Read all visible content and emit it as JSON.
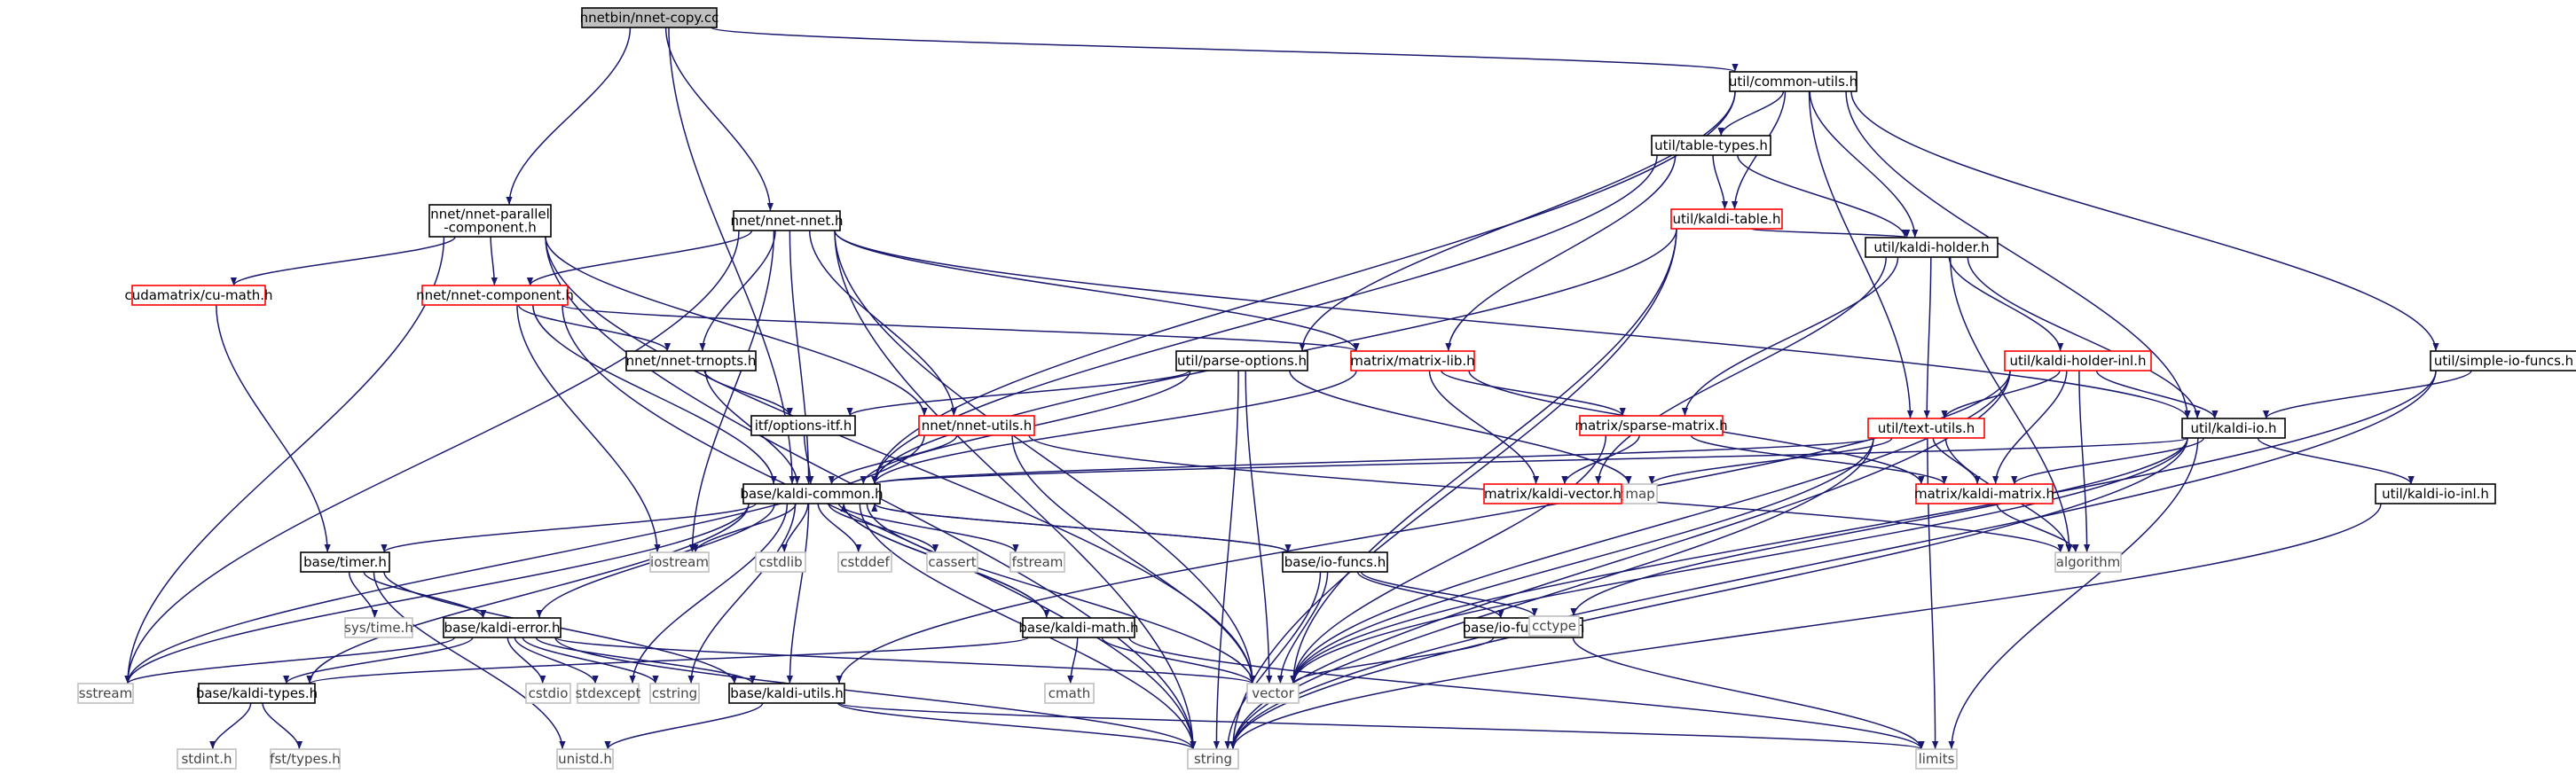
{
  "colors": {
    "edge": "#191970",
    "box_root_fill": "#bfbfbf",
    "box_border": "#000000",
    "box_incomplete_border": "#ff0000",
    "box_external_border": "#bfbfbf",
    "text_dark": "#000000",
    "text_external": "#444444"
  },
  "nodes": [
    {
      "id": "nnet_copy",
      "label": "nnetbin/nnet-copy.cc",
      "style": "root"
    },
    {
      "id": "common_utils",
      "label": "util/common-utils.h",
      "style": "normal"
    },
    {
      "id": "table_types",
      "label": "util/table-types.h",
      "style": "normal"
    },
    {
      "id": "kaldi_table",
      "label": "util/kaldi-table.h",
      "style": "incomplete"
    },
    {
      "id": "kaldi_holder",
      "label": "util/kaldi-holder.h",
      "style": "normal"
    },
    {
      "id": "kaldi_holder_inl",
      "label": "util/kaldi-holder-inl.h",
      "style": "incomplete"
    },
    {
      "id": "simple_io_funcs",
      "label": "util/simple-io-funcs.h",
      "style": "normal"
    },
    {
      "id": "parse_options",
      "label": "util/parse-options.h",
      "style": "normal"
    },
    {
      "id": "text_utils",
      "label": "util/text-utils.h",
      "style": "incomplete"
    },
    {
      "id": "util_kaldi_io",
      "label": "util/kaldi-io.h",
      "style": "normal"
    },
    {
      "id": "kaldi_io_inl",
      "label": "util/kaldi-io-inl.h",
      "style": "normal"
    },
    {
      "id": "nnet_parallel",
      "label": "nnet/nnet-parallel\n-component.h",
      "style": "normal"
    },
    {
      "id": "nnet_nnet",
      "label": "nnet/nnet-nnet.h",
      "style": "normal"
    },
    {
      "id": "cu_math",
      "label": "cudamatrix/cu-math.h",
      "style": "incomplete"
    },
    {
      "id": "nnet_component",
      "label": "nnet/nnet-component.h",
      "style": "incomplete"
    },
    {
      "id": "nnet_trnopts",
      "label": "nnet/nnet-trnopts.h",
      "style": "normal"
    },
    {
      "id": "matrix_lib",
      "label": "matrix/matrix-lib.h",
      "style": "incomplete"
    },
    {
      "id": "options_itf",
      "label": "itf/options-itf.h",
      "style": "normal"
    },
    {
      "id": "nnet_utils",
      "label": "nnet/nnet-utils.h",
      "style": "incomplete"
    },
    {
      "id": "sparse_matrix",
      "label": "matrix/sparse-matrix.h",
      "style": "incomplete"
    },
    {
      "id": "kaldi_vector",
      "label": "matrix/kaldi-vector.h",
      "style": "incomplete"
    },
    {
      "id": "kaldi_matrix",
      "label": "matrix/kaldi-matrix.h",
      "style": "incomplete"
    },
    {
      "id": "kaldi_common",
      "label": "base/kaldi-common.h",
      "style": "normal"
    },
    {
      "id": "timer",
      "label": "base/timer.h",
      "style": "normal"
    },
    {
      "id": "kaldi_error",
      "label": "base/kaldi-error.h",
      "style": "normal"
    },
    {
      "id": "kaldi_types",
      "label": "base/kaldi-types.h",
      "style": "normal"
    },
    {
      "id": "kaldi_utils",
      "label": "base/kaldi-utils.h",
      "style": "normal"
    },
    {
      "id": "kaldi_math",
      "label": "base/kaldi-math.h",
      "style": "normal"
    },
    {
      "id": "io_funcs",
      "label": "base/io-funcs.h",
      "style": "normal"
    },
    {
      "id": "io_funcs_inl",
      "label": "base/io-funcs-inl.h",
      "style": "normal"
    },
    {
      "id": "map",
      "label": "map",
      "style": "external"
    },
    {
      "id": "algorithm",
      "label": "algorithm",
      "style": "external"
    },
    {
      "id": "iostream",
      "label": "iostream",
      "style": "external"
    },
    {
      "id": "cstdlib",
      "label": "cstdlib",
      "style": "external"
    },
    {
      "id": "cstddef",
      "label": "cstddef",
      "style": "external"
    },
    {
      "id": "cassert",
      "label": "cassert",
      "style": "external"
    },
    {
      "id": "fstream",
      "label": "fstream",
      "style": "external"
    },
    {
      "id": "cctype",
      "label": "cctype",
      "style": "external"
    },
    {
      "id": "sys_time",
      "label": "sys/time.h",
      "style": "external"
    },
    {
      "id": "sstream",
      "label": "sstream",
      "style": "external"
    },
    {
      "id": "cstdio",
      "label": "cstdio",
      "style": "external"
    },
    {
      "id": "stdexcept",
      "label": "stdexcept",
      "style": "external"
    },
    {
      "id": "cstring",
      "label": "cstring",
      "style": "external"
    },
    {
      "id": "cmath",
      "label": "cmath",
      "style": "external"
    },
    {
      "id": "vector",
      "label": "vector",
      "style": "external"
    },
    {
      "id": "stdint",
      "label": "stdint.h",
      "style": "external"
    },
    {
      "id": "fst_types",
      "label": "fst/types.h",
      "style": "external"
    },
    {
      "id": "unistd",
      "label": "unistd.h",
      "style": "external"
    },
    {
      "id": "string",
      "label": "string",
      "style": "external"
    },
    {
      "id": "limits",
      "label": "limits",
      "style": "external"
    }
  ],
  "edges": [
    [
      "nnet_copy",
      "common_utils"
    ],
    [
      "nnet_copy",
      "nnet_parallel"
    ],
    [
      "nnet_copy",
      "nnet_nnet"
    ],
    [
      "nnet_copy",
      "kaldi_common"
    ],
    [
      "common_utils",
      "table_types"
    ],
    [
      "common_utils",
      "kaldi_table"
    ],
    [
      "common_utils",
      "kaldi_holder"
    ],
    [
      "common_utils",
      "simple_io_funcs"
    ],
    [
      "common_utils",
      "parse_options"
    ],
    [
      "common_utils",
      "text_utils"
    ],
    [
      "common_utils",
      "util_kaldi_io"
    ],
    [
      "common_utils",
      "kaldi_common"
    ],
    [
      "table_types",
      "kaldi_table"
    ],
    [
      "table_types",
      "kaldi_holder"
    ],
    [
      "table_types",
      "matrix_lib"
    ],
    [
      "table_types",
      "kaldi_common"
    ],
    [
      "kaldi_table",
      "kaldi_holder"
    ],
    [
      "kaldi_table",
      "vector"
    ],
    [
      "kaldi_table",
      "string"
    ],
    [
      "kaldi_table",
      "kaldi_common"
    ],
    [
      "kaldi_holder",
      "kaldi_holder_inl"
    ],
    [
      "kaldi_holder",
      "util_kaldi_io"
    ],
    [
      "kaldi_holder",
      "text_utils"
    ],
    [
      "kaldi_holder",
      "sparse_matrix"
    ],
    [
      "kaldi_holder",
      "kaldi_vector"
    ],
    [
      "kaldi_holder",
      "algorithm"
    ],
    [
      "kaldi_holder_inl",
      "util_kaldi_io"
    ],
    [
      "kaldi_holder_inl",
      "text_utils"
    ],
    [
      "kaldi_holder_inl",
      "kaldi_matrix"
    ],
    [
      "kaldi_holder_inl",
      "algorithm"
    ],
    [
      "kaldi_holder_inl",
      "vector"
    ],
    [
      "kaldi_holder_inl",
      "string"
    ],
    [
      "kaldi_holder_inl",
      "kaldi_utils"
    ],
    [
      "simple_io_funcs",
      "util_kaldi_io"
    ],
    [
      "simple_io_funcs",
      "vector"
    ],
    [
      "simple_io_funcs",
      "string"
    ],
    [
      "parse_options",
      "kaldi_common"
    ],
    [
      "parse_options",
      "options_itf"
    ],
    [
      "parse_options",
      "map"
    ],
    [
      "parse_options",
      "vector"
    ],
    [
      "parse_options",
      "string"
    ],
    [
      "text_utils",
      "kaldi_common"
    ],
    [
      "text_utils",
      "map"
    ],
    [
      "text_utils",
      "algorithm"
    ],
    [
      "text_utils",
      "vector"
    ],
    [
      "text_utils",
      "string"
    ],
    [
      "text_utils",
      "limits"
    ],
    [
      "text_utils",
      "kaldi_matrix"
    ],
    [
      "util_kaldi_io",
      "kaldi_common"
    ],
    [
      "util_kaldi_io",
      "kaldi_matrix"
    ],
    [
      "util_kaldi_io",
      "kaldi_io_inl"
    ],
    [
      "util_kaldi_io",
      "cctype"
    ],
    [
      "util_kaldi_io",
      "vector"
    ],
    [
      "util_kaldi_io",
      "string"
    ],
    [
      "util_kaldi_io",
      "limits"
    ],
    [
      "kaldi_io_inl",
      "string"
    ],
    [
      "nnet_parallel",
      "cu_math"
    ],
    [
      "nnet_parallel",
      "nnet_component"
    ],
    [
      "nnet_parallel",
      "nnet_utils"
    ],
    [
      "nnet_parallel",
      "sstream"
    ],
    [
      "nnet_parallel",
      "string"
    ],
    [
      "nnet_parallel",
      "vector"
    ],
    [
      "nnet_nnet",
      "nnet_component"
    ],
    [
      "nnet_nnet",
      "nnet_trnopts"
    ],
    [
      "nnet_nnet",
      "nnet_utils"
    ],
    [
      "nnet_nnet",
      "matrix_lib"
    ],
    [
      "nnet_nnet",
      "kaldi_common"
    ],
    [
      "nnet_nnet",
      "util_kaldi_io"
    ],
    [
      "nnet_nnet",
      "iostream"
    ],
    [
      "nnet_nnet",
      "sstream"
    ],
    [
      "nnet_nnet",
      "string"
    ],
    [
      "nnet_nnet",
      "vector"
    ],
    [
      "cu_math",
      "timer"
    ],
    [
      "nnet_component",
      "nnet_trnopts"
    ],
    [
      "nnet_component",
      "matrix_lib"
    ],
    [
      "nnet_component",
      "kaldi_common"
    ],
    [
      "nnet_component",
      "iostream"
    ],
    [
      "nnet_component",
      "string"
    ],
    [
      "nnet_trnopts",
      "options_itf"
    ],
    [
      "nnet_trnopts",
      "kaldi_common"
    ],
    [
      "matrix_lib",
      "kaldi_common"
    ],
    [
      "matrix_lib",
      "sparse_matrix"
    ],
    [
      "matrix_lib",
      "kaldi_vector"
    ],
    [
      "matrix_lib",
      "kaldi_matrix"
    ],
    [
      "options_itf",
      "kaldi_common"
    ],
    [
      "nnet_utils",
      "kaldi_common"
    ],
    [
      "nnet_utils",
      "algorithm"
    ],
    [
      "nnet_utils",
      "sstream"
    ],
    [
      "nnet_utils",
      "vector"
    ],
    [
      "sparse_matrix",
      "kaldi_vector"
    ],
    [
      "sparse_matrix",
      "kaldi_matrix"
    ],
    [
      "sparse_matrix",
      "vector"
    ],
    [
      "kaldi_matrix",
      "algorithm"
    ],
    [
      "kaldi_common",
      "timer"
    ],
    [
      "kaldi_common",
      "kaldi_error"
    ],
    [
      "kaldi_common",
      "kaldi_types"
    ],
    [
      "kaldi_common",
      "kaldi_utils"
    ],
    [
      "kaldi_common",
      "kaldi_math"
    ],
    [
      "kaldi_common",
      "io_funcs"
    ],
    [
      "kaldi_common",
      "iostream"
    ],
    [
      "kaldi_common",
      "cstdlib"
    ],
    [
      "kaldi_common",
      "cstddef"
    ],
    [
      "kaldi_common",
      "cassert"
    ],
    [
      "kaldi_common",
      "fstream"
    ],
    [
      "kaldi_common",
      "sstream"
    ],
    [
      "kaldi_common",
      "stdexcept"
    ],
    [
      "kaldi_common",
      "cstring"
    ],
    [
      "kaldi_common",
      "vector"
    ],
    [
      "kaldi_common",
      "string"
    ],
    [
      "timer",
      "kaldi_error"
    ],
    [
      "timer",
      "kaldi_utils"
    ],
    [
      "timer",
      "sys_time"
    ],
    [
      "timer",
      "unistd"
    ],
    [
      "kaldi_error",
      "kaldi_types"
    ],
    [
      "kaldi_error",
      "kaldi_utils"
    ],
    [
      "kaldi_error",
      "sstream"
    ],
    [
      "kaldi_error",
      "cstdio"
    ],
    [
      "kaldi_error",
      "stdexcept"
    ],
    [
      "kaldi_error",
      "cstring"
    ],
    [
      "kaldi_error",
      "vector"
    ],
    [
      "kaldi_error",
      "string"
    ],
    [
      "kaldi_types",
      "stdint"
    ],
    [
      "kaldi_types",
      "fst_types"
    ],
    [
      "kaldi_utils",
      "unistd"
    ],
    [
      "kaldi_utils",
      "string"
    ],
    [
      "kaldi_utils",
      "limits"
    ],
    [
      "kaldi_math",
      "kaldi_common"
    ],
    [
      "kaldi_math",
      "kaldi_types"
    ],
    [
      "kaldi_math",
      "cmath"
    ],
    [
      "kaldi_math",
      "vector"
    ],
    [
      "kaldi_math",
      "limits"
    ],
    [
      "io_funcs",
      "kaldi_common"
    ],
    [
      "io_funcs",
      "io_funcs_inl"
    ],
    [
      "io_funcs",
      "cctype"
    ],
    [
      "io_funcs",
      "vector"
    ],
    [
      "io_funcs",
      "string"
    ],
    [
      "io_funcs_inl",
      "vector"
    ],
    [
      "io_funcs_inl",
      "limits"
    ]
  ]
}
